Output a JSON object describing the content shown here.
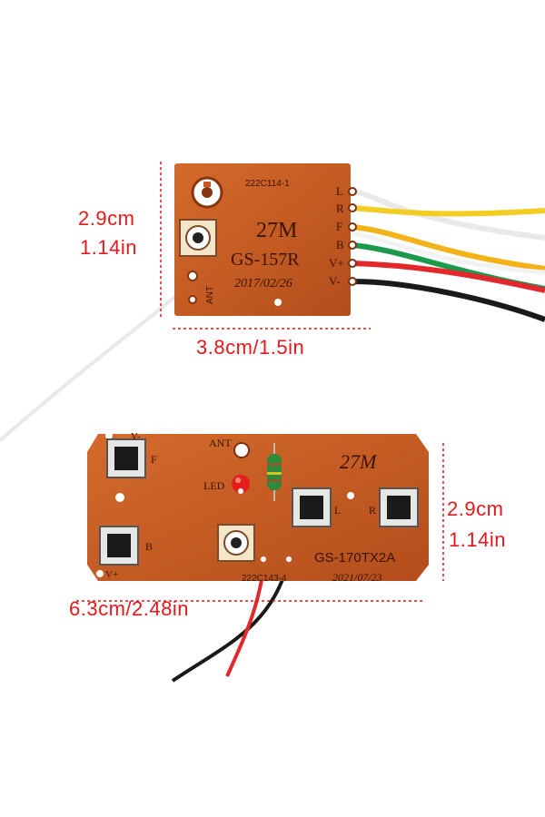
{
  "receiver": {
    "code": "222C114-1",
    "freq": "27M",
    "model": "GS-157R",
    "date": "2017/02/26",
    "ant": "ANT",
    "pins": [
      "L",
      "R",
      "F",
      "B",
      "V+",
      "V-"
    ],
    "height_cm": "2.9cm",
    "height_in": "1.14in",
    "width": "3.8cm/1.5in"
  },
  "transmitter": {
    "freq": "27M",
    "model": "GS-170TX2A",
    "date": "2021/07/23",
    "code": "222C143-4",
    "ant": "ANT",
    "led": "LED",
    "v_minus": "V-",
    "v_plus": "V+",
    "btn_f": "F",
    "btn_b": "B",
    "btn_l": "L",
    "btn_r": "R",
    "height_cm": "2.9cm",
    "height_in": "1.14in",
    "width": "6.3cm/2.48in"
  },
  "colors": {
    "pcb": "#c65a22",
    "dimension": "#e3191b"
  }
}
